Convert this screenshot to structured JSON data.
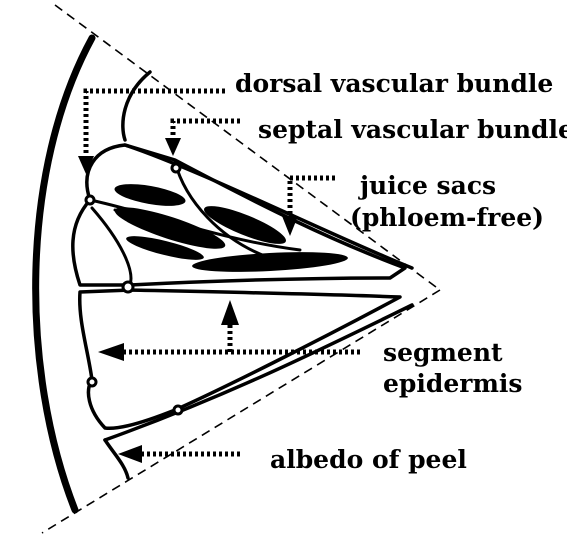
{
  "labels": {
    "dorsal": "dorsal vascular bundle",
    "septal": "septal vascular bundle",
    "juice_line1": "juice sacs",
    "juice_line2": "(phloem-free)",
    "segment": "segment",
    "epidermis": "epidermis",
    "albedo": "albedo of peel"
  },
  "colors": {
    "ink": "#000000",
    "background": "#ffffff"
  }
}
